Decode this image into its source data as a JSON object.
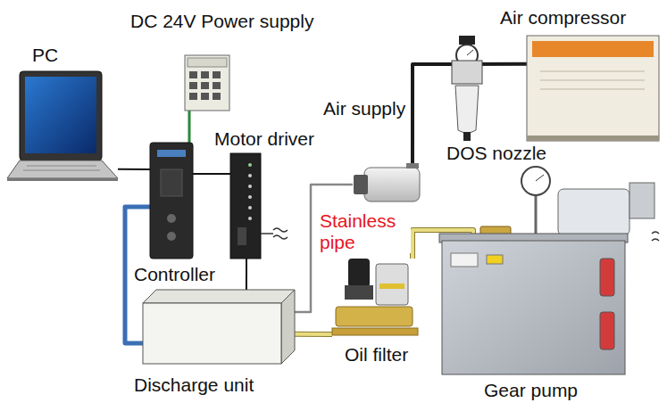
{
  "diagram": {
    "nodes": [
      {
        "text": [
          "PC"
        ]
      },
      {
        "text": [
          "DC 24V Power supply"
        ]
      },
      {
        "text": [
          "Air compressor"
        ]
      },
      {
        "text": [
          "Motor driver"
        ]
      },
      {
        "text": [
          "Controller"
        ]
      },
      {
        "text": [
          "DOS nozzle"
        ]
      },
      {
        "text": [
          "Oil filter"
        ]
      },
      {
        "text": [
          "Discharge unit"
        ]
      },
      {
        "text": [
          "Gear pump"
        ]
      }
    ],
    "edges": [
      {
        "from": 0,
        "to": 4,
        "arrow": "none"
      },
      {
        "from": 1,
        "to": 4,
        "arrow": "none"
      },
      {
        "from": 4,
        "to": 3,
        "arrow": "none"
      },
      {
        "from": 4,
        "to": 7,
        "arrow": "none"
      },
      {
        "from": 3,
        "to": 7,
        "arrow": "none"
      },
      {
        "from": 2,
        "to": 5,
        "label": "Air supply",
        "arrow": "none"
      },
      {
        "from": 5,
        "to": 7,
        "label": "Stainless pipe",
        "arrow": "none"
      },
      {
        "from": 7,
        "to": 6,
        "arrow": "none"
      },
      {
        "from": 6,
        "to": 8,
        "arrow": "none"
      }
    ]
  }
}
